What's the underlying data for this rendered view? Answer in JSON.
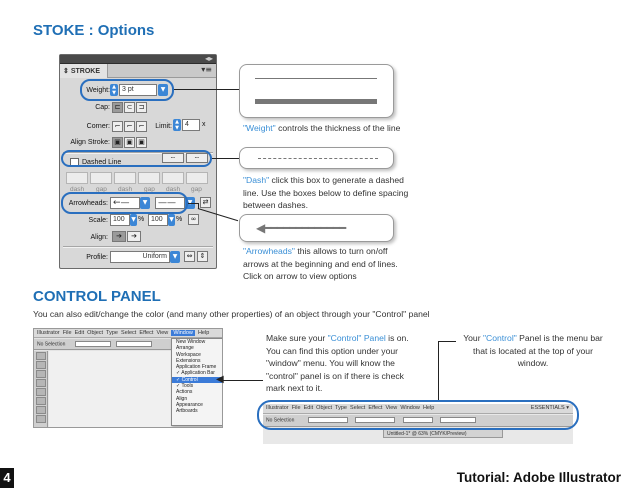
{
  "stroke_section": {
    "title": "STOKE : Options",
    "panel": {
      "tab_label": "STROKE",
      "weight_label": "Weight:",
      "weight_value": "3 pt",
      "cap_label": "Cap:",
      "corner_label": "Corner:",
      "limit_label": "Limit:",
      "limit_value": "4",
      "limit_unit": "x",
      "align_stroke_label": "Align Stroke:",
      "dashed_line_label": "Dashed Line",
      "dash_gap_labels": [
        "dash",
        "gap",
        "dash",
        "gap",
        "dash",
        "gap"
      ],
      "arrowheads_label": "Arrowheads:",
      "scale_label": "Scale:",
      "scale_start": "100",
      "scale_end": "100",
      "percent": "%",
      "align_label": "Align:",
      "profile_label": "Profile:",
      "profile_value": "Uniform"
    },
    "weight_note": {
      "highlight": "\"Weight\"",
      "rest": " controls the thickness of the line"
    },
    "dash_note": {
      "highlight": "\"Dash\"",
      "rest": " click this box to generate a dashed line. Use the boxes below to define spacing between dashes."
    },
    "arrow_note": {
      "highlight": "\"Arrowheads\"",
      "rest": " this allows to turn on/off arrows at the beginning and end of lines. Click on arrow to view options"
    }
  },
  "control_section": {
    "title": "CONTROL PANEL",
    "intro": "You can also edit/change the color (and many other properties) of an object through your \"Control\" panel",
    "note_left": {
      "pre": "Make sure your ",
      "highlight": "\"Control\" Panel",
      "post": " is on. You can find this option under your \"window\" menu. You will  know the \"control\" panel is on if there is check mark next to it."
    },
    "note_right": {
      "pre": "Your ",
      "highlight": "\"Control\"",
      "post": " Panel is the menu bar that is located at the top of your window."
    },
    "menubar_items": [
      "Illustrator",
      "File",
      "Edit",
      "Object",
      "Type",
      "Select",
      "Effect",
      "View",
      "Window",
      "Help"
    ],
    "menubar_items_right": [
      "Illustrator",
      "File",
      "Edit",
      "Object",
      "Type",
      "Select",
      "Effect",
      "View",
      "Window",
      "Help"
    ],
    "window_menu": [
      "New Window",
      "Arrange",
      "Workspace",
      "Extensions",
      "Application Frame",
      "✓ Application Bar",
      "✓ Control",
      "✓ Tools",
      "Actions",
      "Align",
      "Appearance",
      "Artboards"
    ],
    "control_bar_text": "No Selection",
    "doc_tab": "Untitled-1* @ 63% (CMYK/Preview)",
    "essentials": "ESSENTIALS ▾"
  },
  "footer": {
    "page_number": "4",
    "title": "Tutorial: Adobe Illustrator"
  },
  "colors": {
    "heading_blue": "#1f6fb5",
    "accent_blue": "#3a8fd6",
    "panel_gray": "#d8d8d8"
  }
}
